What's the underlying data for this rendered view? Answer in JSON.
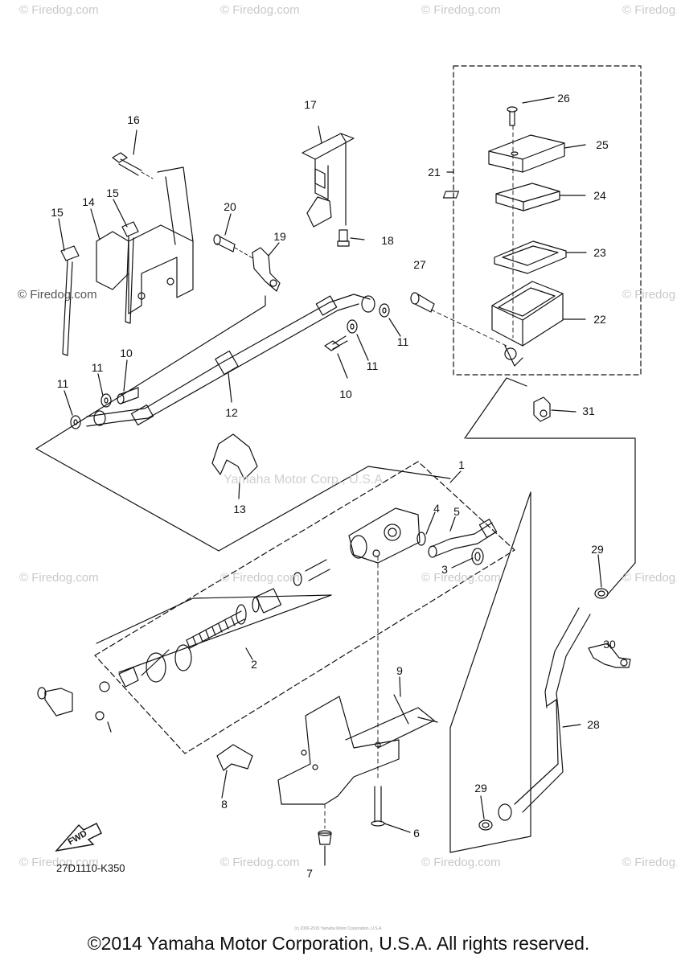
{
  "watermark_text": "© Firedog.com",
  "center_watermark": "Yamaha Motor Corp., U.S.A.",
  "diagram_code": "27D1110-K350",
  "fwd_label": "FWD",
  "copyright": "©2014 Yamaha Motor Corporation, U.S.A. All rights reserved.",
  "tiny_copyright": "(c) 2000-2015 Yamaha Motor Corporation, U.S.A.",
  "callouts": [
    {
      "id": "1",
      "label": "1"
    },
    {
      "id": "2",
      "label": "2"
    },
    {
      "id": "3",
      "label": "3"
    },
    {
      "id": "4",
      "label": "4"
    },
    {
      "id": "5",
      "label": "5"
    },
    {
      "id": "6",
      "label": "6"
    },
    {
      "id": "7",
      "label": "7"
    },
    {
      "id": "8",
      "label": "8"
    },
    {
      "id": "9",
      "label": "9"
    },
    {
      "id": "10a",
      "label": "10"
    },
    {
      "id": "10b",
      "label": "10"
    },
    {
      "id": "11a",
      "label": "11"
    },
    {
      "id": "11b",
      "label": "11"
    },
    {
      "id": "11c",
      "label": "11"
    },
    {
      "id": "11d",
      "label": "11"
    },
    {
      "id": "12",
      "label": "12"
    },
    {
      "id": "13",
      "label": "13"
    },
    {
      "id": "14",
      "label": "14"
    },
    {
      "id": "15a",
      "label": "15"
    },
    {
      "id": "15b",
      "label": "15"
    },
    {
      "id": "16",
      "label": "16"
    },
    {
      "id": "17",
      "label": "17"
    },
    {
      "id": "18",
      "label": "18"
    },
    {
      "id": "19",
      "label": "19"
    },
    {
      "id": "20",
      "label": "20"
    },
    {
      "id": "21",
      "label": "21"
    },
    {
      "id": "22",
      "label": "22"
    },
    {
      "id": "23",
      "label": "23"
    },
    {
      "id": "24",
      "label": "24"
    },
    {
      "id": "25",
      "label": "25"
    },
    {
      "id": "26",
      "label": "26"
    },
    {
      "id": "27",
      "label": "27"
    },
    {
      "id": "28",
      "label": "28"
    },
    {
      "id": "29a",
      "label": "29"
    },
    {
      "id": "29b",
      "label": "29"
    },
    {
      "id": "30",
      "label": "30"
    },
    {
      "id": "31",
      "label": "31"
    }
  ]
}
